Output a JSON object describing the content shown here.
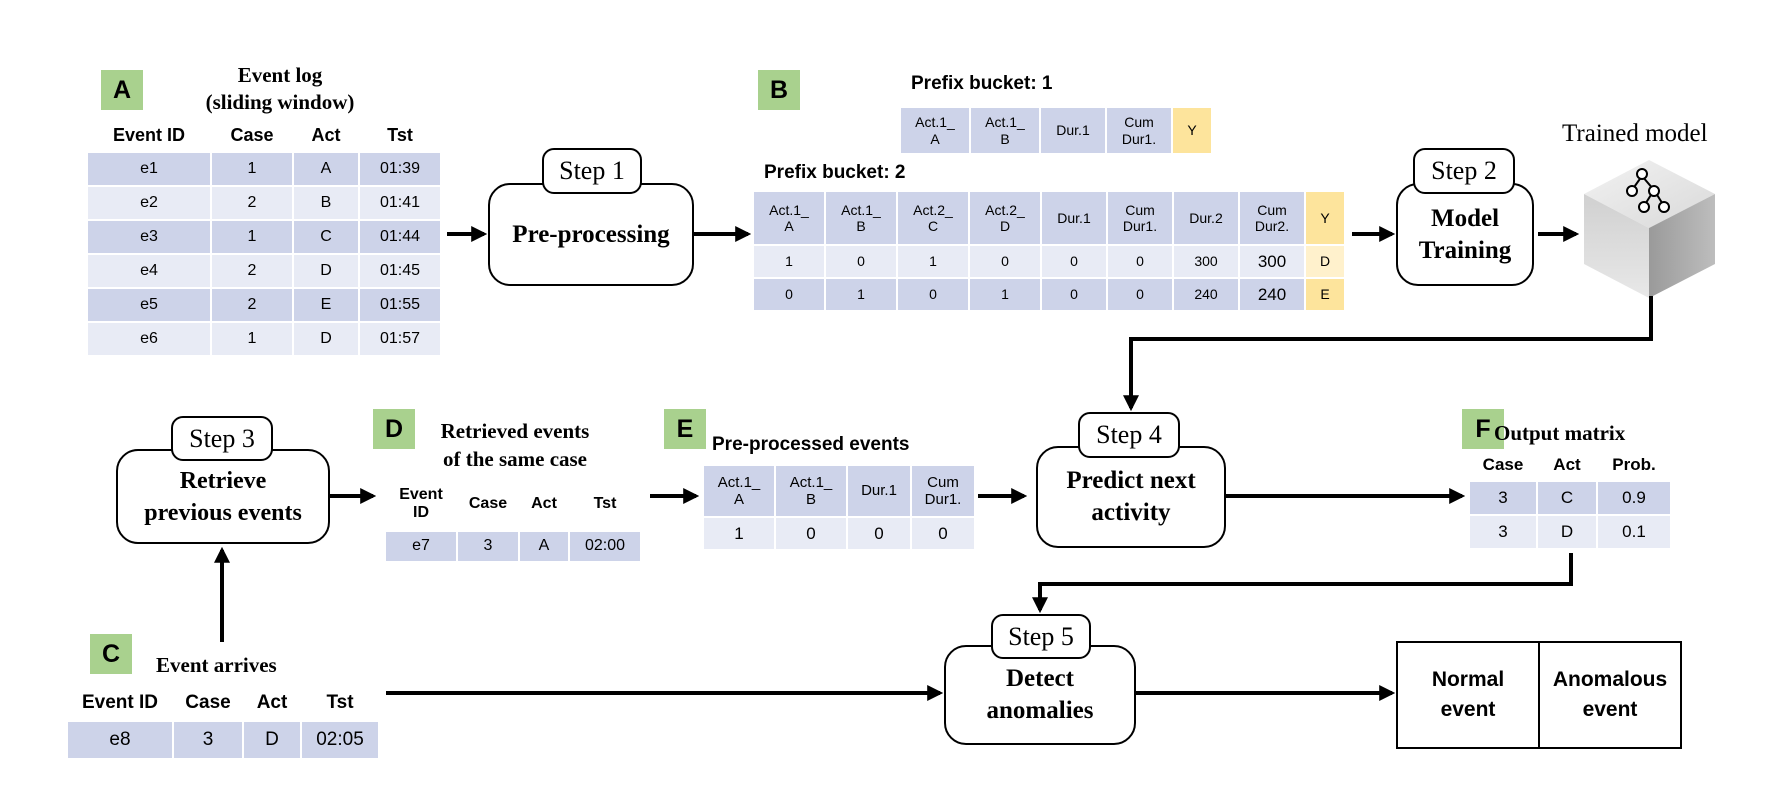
{
  "panel_a": {
    "badge": "A",
    "title_line1": "Event log",
    "title_line2": "(sliding window)",
    "headers": [
      "Event ID",
      "Case",
      "Act",
      "Tst"
    ],
    "rows": [
      [
        "e1",
        "1",
        "A",
        "01:39"
      ],
      [
        "e2",
        "2",
        "B",
        "01:41"
      ],
      [
        "e3",
        "1",
        "C",
        "01:44"
      ],
      [
        "e4",
        "2",
        "D",
        "01:45"
      ],
      [
        "e5",
        "2",
        "E",
        "01:55"
      ],
      [
        "e6",
        "1",
        "D",
        "01:57"
      ]
    ]
  },
  "step1": {
    "tag": "Step 1",
    "label": "Pre-processing"
  },
  "panel_b": {
    "badge": "B",
    "bucket1_title": "Prefix bucket: 1",
    "bucket1_headers": [
      "Act.1_\nA",
      "Act.1_\nB",
      "Dur.1",
      "Cum\nDur1.",
      "Y"
    ],
    "bucket2_title": "Prefix bucket: 2",
    "bucket2_headers": [
      "Act.1_\nA",
      "Act.1_\nB",
      "Act.2_\nC",
      "Act.2_\nD",
      "Dur.1",
      "Cum\nDur1.",
      "Dur.2",
      "Cum\nDur2.",
      "Y"
    ],
    "bucket2_rows": [
      [
        "1",
        "0",
        "1",
        "0",
        "0",
        "0",
        "300",
        "300",
        "D"
      ],
      [
        "0",
        "1",
        "0",
        "1",
        "0",
        "0",
        "240",
        "240",
        "E"
      ]
    ]
  },
  "step2": {
    "tag": "Step 2",
    "label_line1": "Model",
    "label_line2": "Training"
  },
  "trained_model": {
    "label": "Trained model"
  },
  "step3": {
    "tag": "Step 3",
    "label_line1": "Retrieve",
    "label_line2": "previous events"
  },
  "panel_d": {
    "badge": "D",
    "title_line1": "Retrieved events",
    "title_line2": "of the same case",
    "headers": [
      "Event\nID",
      "Case",
      "Act",
      "Tst"
    ],
    "rows": [
      [
        "e7",
        "3",
        "A",
        "02:00"
      ]
    ]
  },
  "panel_e": {
    "badge": "E",
    "title": "Pre-processed events",
    "headers": [
      "Act.1_\nA",
      "Act.1_\nB",
      "Dur.1",
      "Cum\nDur1."
    ],
    "rows": [
      [
        "1",
        "0",
        "0",
        "0"
      ]
    ]
  },
  "step4": {
    "tag": "Step 4",
    "label_line1": "Predict next",
    "label_line2": "activity"
  },
  "panel_f": {
    "badge": "F",
    "title": "Output matrix",
    "headers": [
      "Case",
      "Act",
      "Prob."
    ],
    "rows": [
      [
        "3",
        "C",
        "0.9"
      ],
      [
        "3",
        "D",
        "0.1"
      ]
    ]
  },
  "panel_c": {
    "badge": "C",
    "title": "Event arrives",
    "headers": [
      "Event ID",
      "Case",
      "Act",
      "Tst"
    ],
    "rows": [
      [
        "e8",
        "3",
        "D",
        "02:05"
      ]
    ]
  },
  "step5": {
    "tag": "Step 5",
    "label_line1": "Detect",
    "label_line2": "anomalies"
  },
  "outcome": {
    "normal": "Normal\nevent",
    "anomalous": "Anomalous\nevent"
  },
  "colors": {
    "badge": "#a9d18e",
    "cell_dark": "#cdd3e9",
    "cell_light": "#e8ebf5",
    "label_yellow": "#fde49c",
    "label_yellow_light": "#fff1cc"
  }
}
